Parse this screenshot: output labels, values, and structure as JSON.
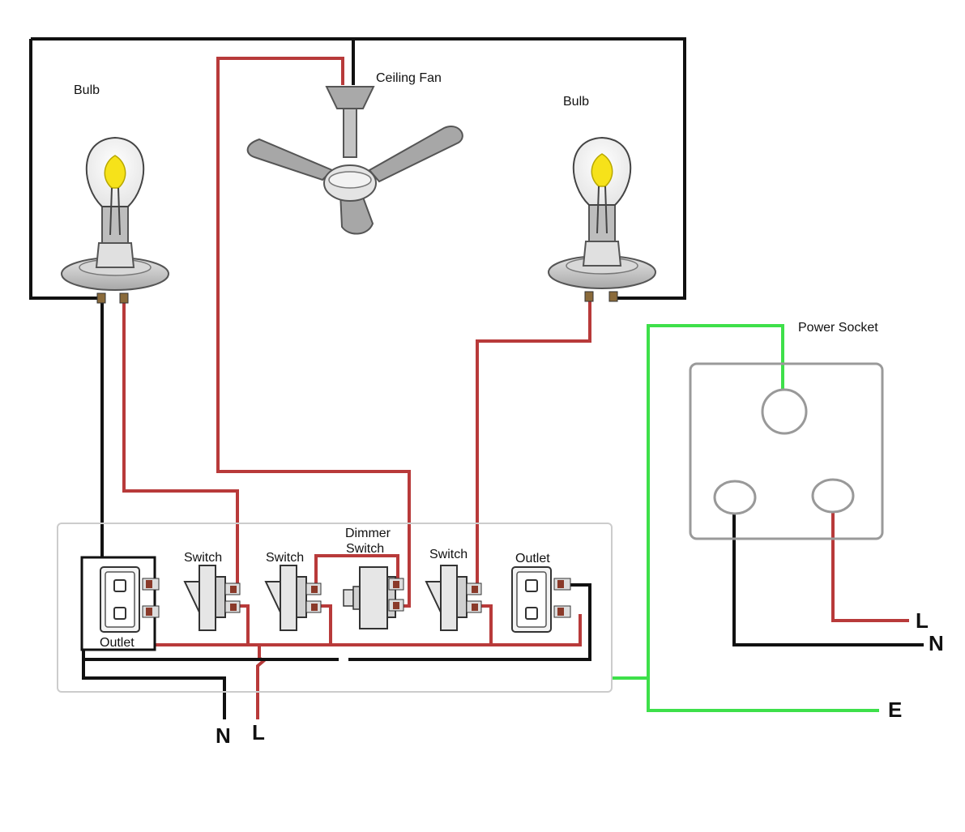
{
  "labels": {
    "bulb_left": "Bulb",
    "bulb_right": "Bulb",
    "ceiling_fan": "Ceiling Fan",
    "power_socket": "Power Socket",
    "outlet_left": "Outlet",
    "outlet_right": "Outlet",
    "switch_1": "Switch",
    "switch_2": "Switch",
    "dimmer_line1": "Dimmer",
    "dimmer_line2": "Switch",
    "switch_4": "Switch"
  },
  "terminals": {
    "supply_n": "N",
    "supply_l": "L",
    "socket_l": "L",
    "socket_n": "N",
    "earth": "E"
  },
  "colors": {
    "live": "#b83a3a",
    "neutral": "#111111",
    "earth": "#3ee04a",
    "box": "#c8c8c8",
    "socket": "#9a9a9a"
  }
}
